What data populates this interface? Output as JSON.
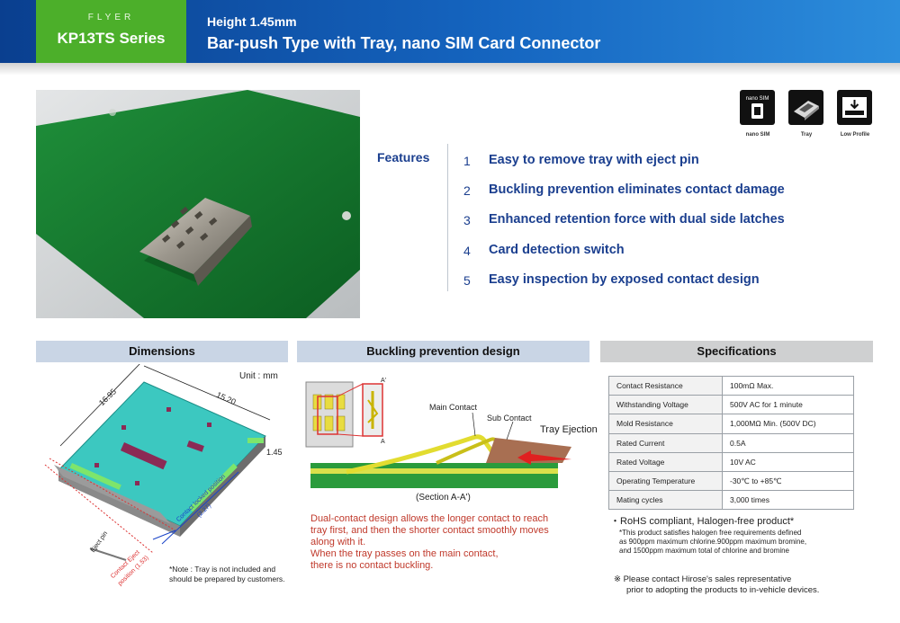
{
  "header": {
    "flyer_label": "FLYER",
    "series": "KP13TS Series",
    "height": "Height 1.45mm",
    "title": "Bar-push Type with Tray, nano SIM Card Connector"
  },
  "icons": [
    {
      "name": "nano-sim-icon",
      "label": "nano SIM",
      "glyph": "nano SIM"
    },
    {
      "name": "tray-icon",
      "label": "Tray"
    },
    {
      "name": "low-profile-icon",
      "label": "Low Profile"
    }
  ],
  "features": {
    "title": "Features",
    "items": [
      {
        "num": "1",
        "text": "Easy to remove tray with eject pin"
      },
      {
        "num": "2",
        "text": "Buckling prevention eliminates contact damage"
      },
      {
        "num": "3",
        "text": "Enhanced retention force with dual side latches"
      },
      {
        "num": "4",
        "text": "Card detection switch"
      },
      {
        "num": "5",
        "text": "Easy inspection by exposed contact design"
      }
    ]
  },
  "dimensions": {
    "title": "Dimensions",
    "unit": "Unit : mm",
    "length": "16.95",
    "width": "15.20",
    "height": "1.45",
    "eject_pin": "Eject pin",
    "contact_locked": "Contact locked position",
    "contact_locked_val": "(2.27)",
    "contact_eject": "Contact Eject",
    "contact_eject_val": "position (1.53)",
    "note_line1": "*Note : Tray is not included and",
    "note_line2": "should be prepared by customers."
  },
  "buckling": {
    "title": "Buckling prevention design",
    "main_contact": "Main Contact",
    "sub_contact": "Sub Contact",
    "tray_ejection": "Tray Ejection",
    "section": "(Section A-A')",
    "marker_a": "A",
    "marker_a2": "A'",
    "desc_line1": "Dual-contact design allows the longer contact to reach",
    "desc_line2": "tray first, and then the shorter contact smoothly moves",
    "desc_line3": "along with it.",
    "desc_line4": "When the tray passes on the main contact,",
    "desc_line5": "there is no contact buckling."
  },
  "specifications": {
    "title": "Specifications",
    "rows": [
      {
        "key": "Contact Resistance",
        "value": "100mΩ Max."
      },
      {
        "key": "Withstanding Voltage",
        "value": "500V AC for 1 minute"
      },
      {
        "key": "Mold Resistance",
        "value": "1,000MΩ Min. (500V DC)"
      },
      {
        "key": "Rated Current",
        "value": "0.5A"
      },
      {
        "key": "Rated Voltage",
        "value": "10V AC"
      },
      {
        "key": "Operating Temperature",
        "value": "-30℃ to +85℃"
      },
      {
        "key": "Mating cycles",
        "value": "3,000 times"
      }
    ],
    "rohs": "・RoHS compliant, Halogen-free product*",
    "rohs_note1": "*This product satisfies halogen free requirements defined",
    "rohs_note2": "as 900ppm maximum chlorine.900ppm maximum bromine,",
    "rohs_note3": "and 1500ppm maximum total of chlorine and bromine",
    "contact_line1": "※ Please contact Hirose's sales representative",
    "contact_line2": "prior to adopting the products to in-vehicle devices."
  },
  "colors": {
    "brand_blue": "#1b3f8f",
    "brand_green": "#4caf2a",
    "warning_red": "#c0392b"
  }
}
